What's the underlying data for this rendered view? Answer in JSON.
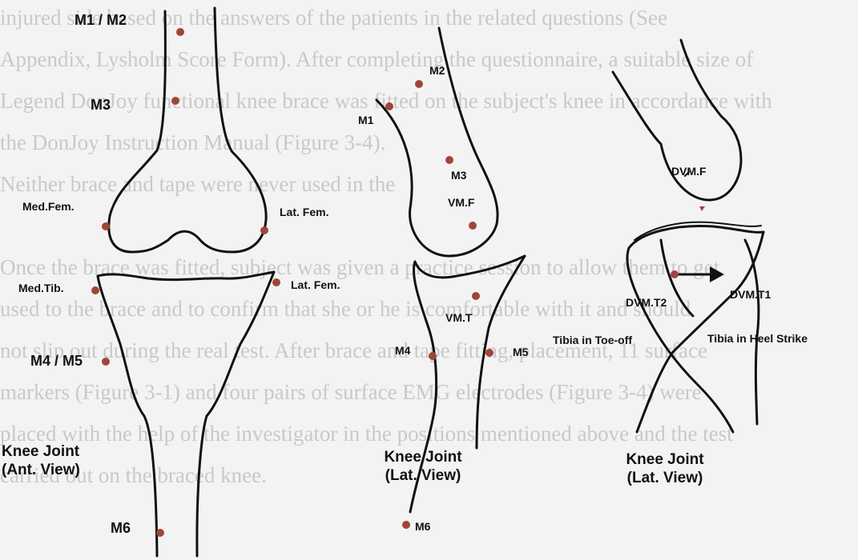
{
  "background_text": [
    "injured side based on the answers of the patients in the related questions (See",
    "Appendix, Lysholm Score Form). After completing the questionnaire, a suitable size of",
    "Legend DonJoy functional knee brace was fitted on the subject's knee in accordance with",
    "the DonJoy Instruction Manual (Figure 3-4).",
    "Neither brace and tape were never used in the",
    "Once the brace was fitted, subject was given a practice session to allow them to get",
    "used to the brace and to confirm that she or he is comfortable with it and should",
    "not slip out during the real test. After brace and tape fitting, placement, 11 surface",
    "markers (Figure 3-1) and four pairs of surface EMG electrodes (Figure 3-4) were",
    "placed with the help of the investigator in the positions mentioned above and the test",
    "carried out on the braced knee."
  ],
  "anterior_view": {
    "labels": {
      "m1_m2": "M1 / M2",
      "m3": "M3",
      "med_fem": "Med.Fem.",
      "lat_fem": "Lat. Fem.",
      "med_tib": "Med.Tib.",
      "lat_fem_2": "Lat. Fem.",
      "m4_m5": "M4 / M5",
      "m6": "M6"
    },
    "caption": [
      "Knee Joint",
      "(Ant. View)"
    ]
  },
  "lateral_view": {
    "labels": {
      "m1": "M1",
      "m2": "M2",
      "m3": "M3",
      "vm_f": "VM.F",
      "vm_t": "VM.T",
      "m4": "M4",
      "m5": "M5",
      "m6": "M6"
    },
    "caption": [
      "Knee Joint",
      "(Lat. View)"
    ]
  },
  "brace_view": {
    "labels": {
      "dvm_f": "DVM.F",
      "dvm_t2": "DVM.T2",
      "dvm_t1": "DVM.T1",
      "toe_off": "Tibia in Toe-off",
      "heel_strike": "Tibia in Heel Strike"
    },
    "caption": [
      "Knee Joint",
      "(Lat. View)"
    ]
  },
  "colors": {
    "outline": "#111111",
    "marker": "#a0453a",
    "background_text": "#c9c9c9"
  }
}
